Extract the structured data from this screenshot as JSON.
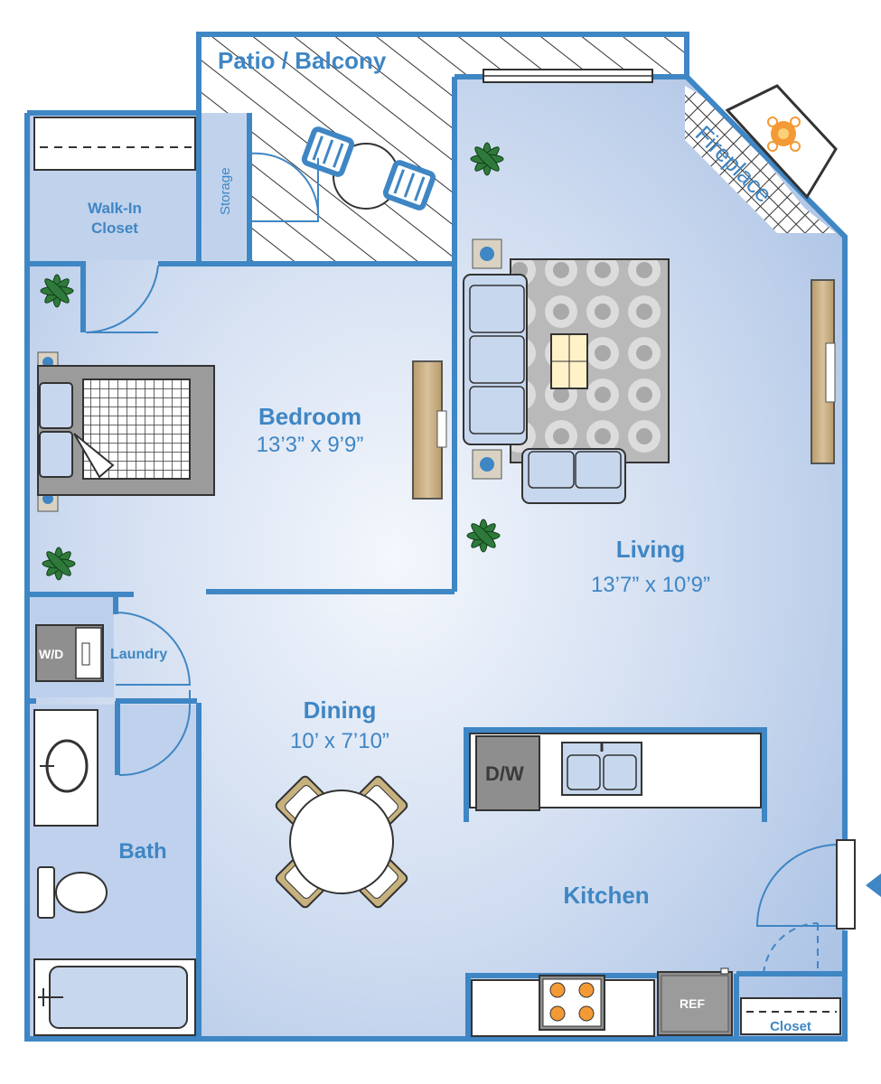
{
  "rooms": {
    "patio": {
      "name": "Patio / Balcony"
    },
    "storage": {
      "name": "Storage"
    },
    "walk_in_closet": {
      "name_line1": "Walk-In",
      "name_line2": "Closet"
    },
    "fireplace": {
      "name": "Fireplace"
    },
    "bedroom": {
      "name": "Bedroom",
      "size": "13’3” x 9’9”"
    },
    "living": {
      "name": "Living",
      "size": "13’7” x 10’9”"
    },
    "laundry": {
      "name": "Laundry",
      "appliance": "W/D"
    },
    "dining": {
      "name": "Dining",
      "size": "10’ x 7’10”"
    },
    "kitchen": {
      "name": "Kitchen",
      "dishwasher": "D/W",
      "refrigerator": "REF"
    },
    "bath": {
      "name": "Bath"
    },
    "closet": {
      "name": "Closet"
    }
  },
  "colors": {
    "wall": "#3f86c4",
    "floor": "#c9d8ee",
    "floor_light": "#eef3fb",
    "label": "#3f86c4"
  },
  "icons": [
    "entry-arrow-icon",
    "plant-icon",
    "lamp-icon"
  ]
}
